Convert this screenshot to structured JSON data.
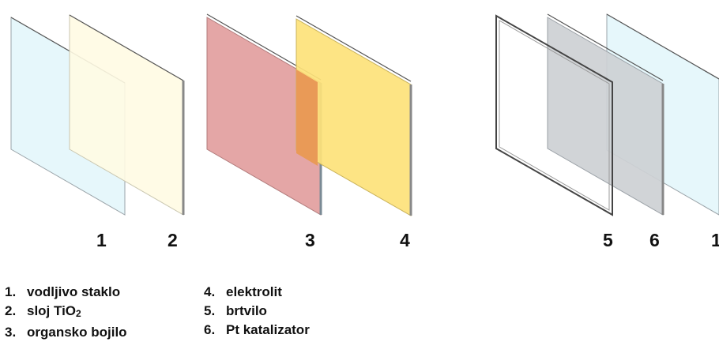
{
  "numbers": {
    "n1_left": "1",
    "n2": "2",
    "n3": "3",
    "n4": "4",
    "n5": "5",
    "n6": "6",
    "n1_right": "1"
  },
  "legend": {
    "col1": [
      {
        "num": "1.",
        "text": "vodljivo staklo"
      },
      {
        "num": "2.",
        "text": "sloj TiO",
        "sub": "2"
      },
      {
        "num": "3.",
        "text": "organsko bojilo"
      }
    ],
    "col2": [
      {
        "num": "4.",
        "text": "elektrolit"
      },
      {
        "num": "5.",
        "text": "brtvilo"
      },
      {
        "num": "6.",
        "text": "Pt katalizator"
      }
    ]
  },
  "colors": {
    "glass": "#e6f7fb",
    "tio2": "#fffbe3",
    "dye": "#e4a6a6",
    "electrolyte": "#fde27a",
    "overlap": "#e99a57",
    "platinum": "#cdd0d4",
    "edge": "#555555"
  }
}
